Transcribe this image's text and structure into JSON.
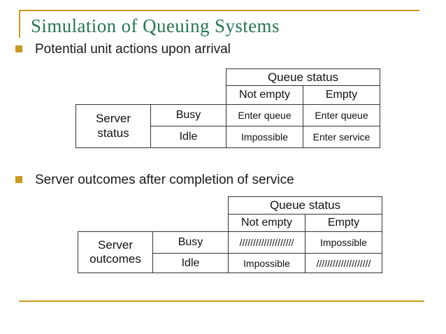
{
  "slide": {
    "title": "Simulation of Queuing Systems",
    "bullets": [
      "Potential unit actions upon arrival",
      "Server outcomes after completion of service"
    ]
  },
  "colors": {
    "accent_gold": "#C89B1E",
    "title_green": "#26774E",
    "text_black": "#1A1A1A",
    "table_border": "#333333"
  },
  "tables": [
    {
      "top_header": "Queue status",
      "col_headers": [
        "Not empty",
        "Empty"
      ],
      "corner_label": "Server\nstatus",
      "row_headers": [
        "Busy",
        "Idle"
      ],
      "cells": [
        [
          "Enter queue",
          "Enter queue"
        ],
        [
          "Impossible",
          "Enter service"
        ]
      ]
    },
    {
      "top_header": "Queue status",
      "col_headers": [
        "Not empty",
        "Empty"
      ],
      "corner_label": "Server\noutcomes",
      "row_headers": [
        "Busy",
        "Idle"
      ],
      "cells": [
        [
          "////////////////////",
          "Impossible"
        ],
        [
          "Impossible",
          "////////////////////"
        ]
      ]
    }
  ]
}
